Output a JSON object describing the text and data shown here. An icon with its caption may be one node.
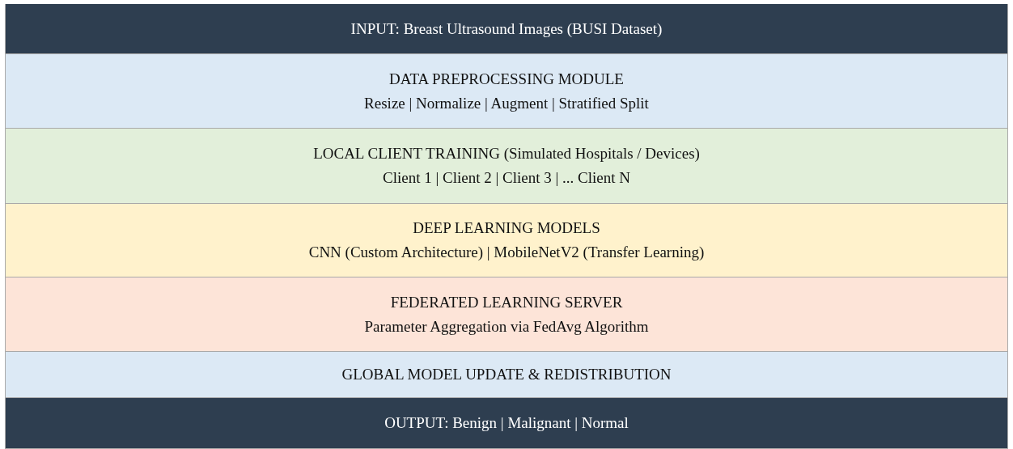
{
  "diagram": {
    "nodes": [
      {
        "text": [
          "INPUT: Breast Ultrasound Images (BUSI Dataset)"
        ]
      },
      {
        "text": [
          "DATA PREPROCESSING MODULE",
          "Resize | Normalize | Augment | Stratified Split"
        ]
      },
      {
        "text": [
          "LOCAL CLIENT TRAINING (Simulated Hospitals / Devices)",
          "Client 1 | Client 2 | Client 3 | ... Client N"
        ]
      },
      {
        "text": [
          "DEEP LEARNING MODELS",
          "CNN (Custom Architecture) | MobileNetV2 (Transfer Learning)"
        ]
      },
      {
        "text": [
          "FEDERATED LEARNING SERVER",
          "Parameter Aggregation via FedAvg Algorithm"
        ]
      },
      {
        "text": [
          "GLOBAL MODEL UPDATE & REDISTRIBUTION"
        ]
      },
      {
        "text": [
          "OUTPUT: Benign | Malignant | Normal"
        ]
      }
    ]
  }
}
